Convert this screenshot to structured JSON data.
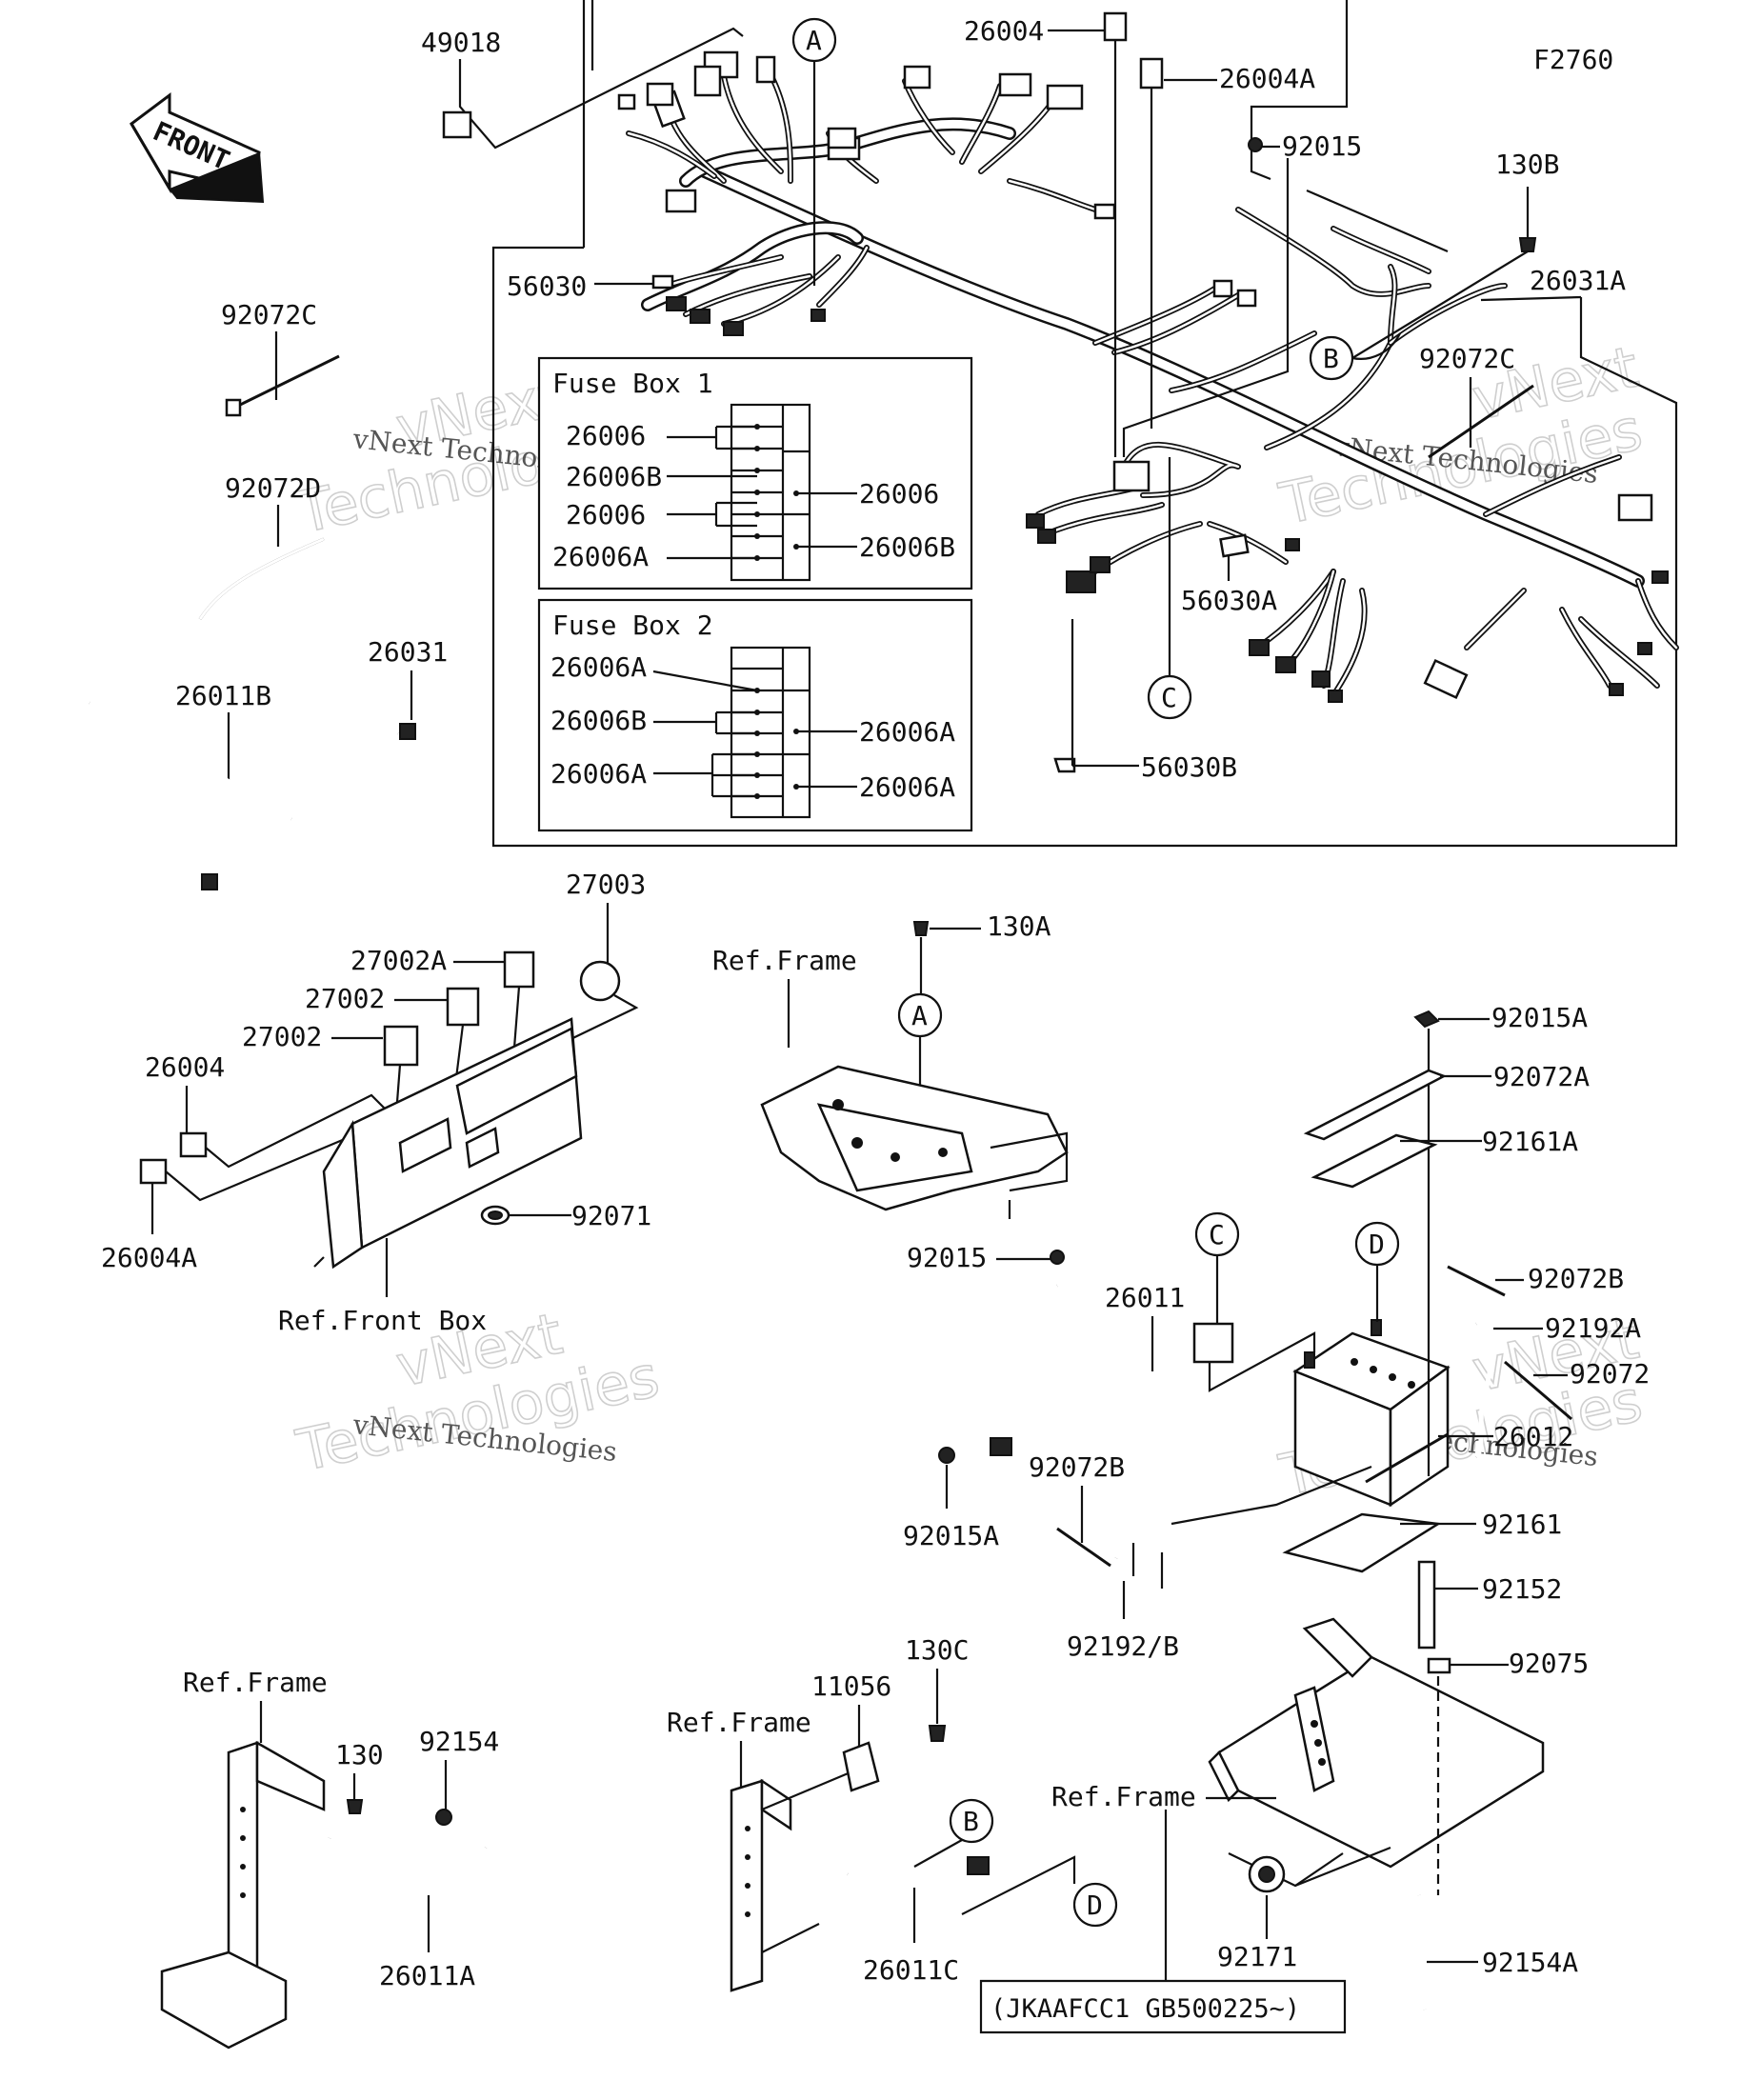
{
  "figure_code": "F2760",
  "front_arrow": "FRONT",
  "fuse_box_1": {
    "title": "Fuse Box 1",
    "left": [
      "26006",
      "26006B",
      "26006",
      "26006A"
    ],
    "right": [
      "26006",
      "26006B"
    ]
  },
  "fuse_box_2": {
    "title": "Fuse Box 2",
    "left": [
      "26006A",
      "26006B",
      "26006A"
    ],
    "right": [
      "26006A",
      "26006A"
    ]
  },
  "labels": {
    "p49018": "49018",
    "p26004_top": "26004",
    "p26004A_top": "26004A",
    "p92015_top": "92015",
    "p130B": "130B",
    "p26031A": "26031A",
    "p92072C_right": "92072C",
    "p56030": "56030",
    "p56030A": "56030A",
    "p56030B": "56030B",
    "p92072C_left": "92072C",
    "p92072D": "92072D",
    "p26031": "26031",
    "p26011B": "26011B",
    "p27003": "27003",
    "p27002A": "27002A",
    "p27002_1": "27002",
    "p27002_2": "27002",
    "p26004_mid": "26004",
    "p26004A_mid": "26004A",
    "p92071": "92071",
    "ref_front_box": "Ref.Front Box",
    "p130A": "130A",
    "ref_frame_1": "Ref.Frame",
    "p92015_mid": "92015",
    "p26011": "26011",
    "p92015A_mid": "92015A",
    "p92072B_mid": "92072B",
    "p92192B": "92192/B",
    "p92015A_right": "92015A",
    "p92072A": "92072A",
    "p92161A": "92161A",
    "p92072B_right": "92072B",
    "p92192A": "92192A",
    "p92072": "92072",
    "p26012": "26012",
    "p92161": "92161",
    "p92152": "92152",
    "p92075": "92075",
    "ref_frame_2": "Ref.Frame",
    "p130": "130",
    "p92154": "92154",
    "p26011A": "26011A",
    "ref_frame_3": "Ref.Frame",
    "p11056": "11056",
    "p130C": "130C",
    "p26011C": "26011C",
    "ref_frame_4": "Ref.Frame",
    "p92171": "92171",
    "p92154A": "92154A",
    "serial_note": "(JKAAFCC1 GB500225~)"
  },
  "callouts": {
    "a": "A",
    "b": "B",
    "c": "C",
    "d": "D"
  },
  "watermark": {
    "brand": "vNext",
    "word": "Technologies",
    "full": "vNext Technologies"
  }
}
